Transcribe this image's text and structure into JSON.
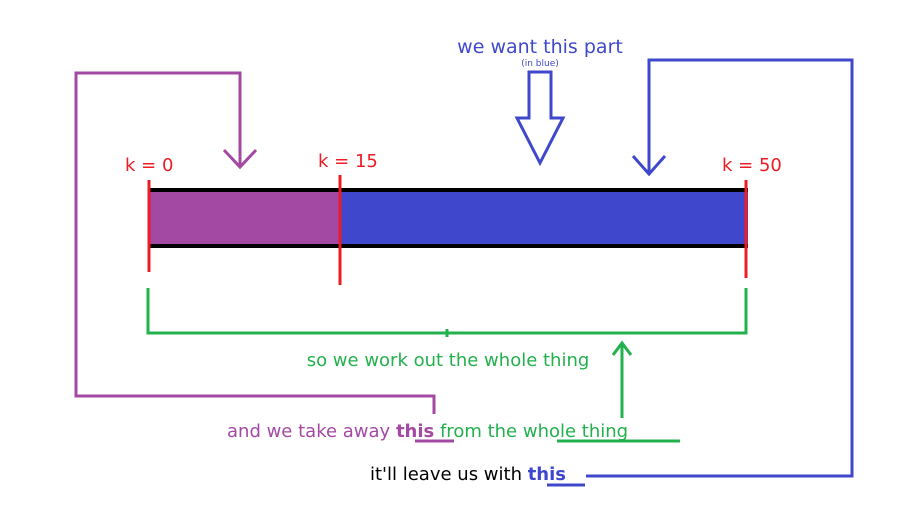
{
  "colors": {
    "purple": "#a349a4",
    "blue": "#3f48cc",
    "green": "#22b14c",
    "red": "#ed1c24",
    "black": "#000000"
  },
  "header": {
    "title": "we want this part",
    "subtitle": "(in blue)"
  },
  "labels": {
    "k0": "k = 0",
    "k15": "k = 15",
    "k50": "k = 50"
  },
  "bracket_caption": "so we work out the whole thing",
  "line1": {
    "part1": "and we take away ",
    "this": "this",
    "part2": " from the ",
    "whole": "whole thing"
  },
  "line2": {
    "part1": "it'll leave us with ",
    "this": "this"
  }
}
